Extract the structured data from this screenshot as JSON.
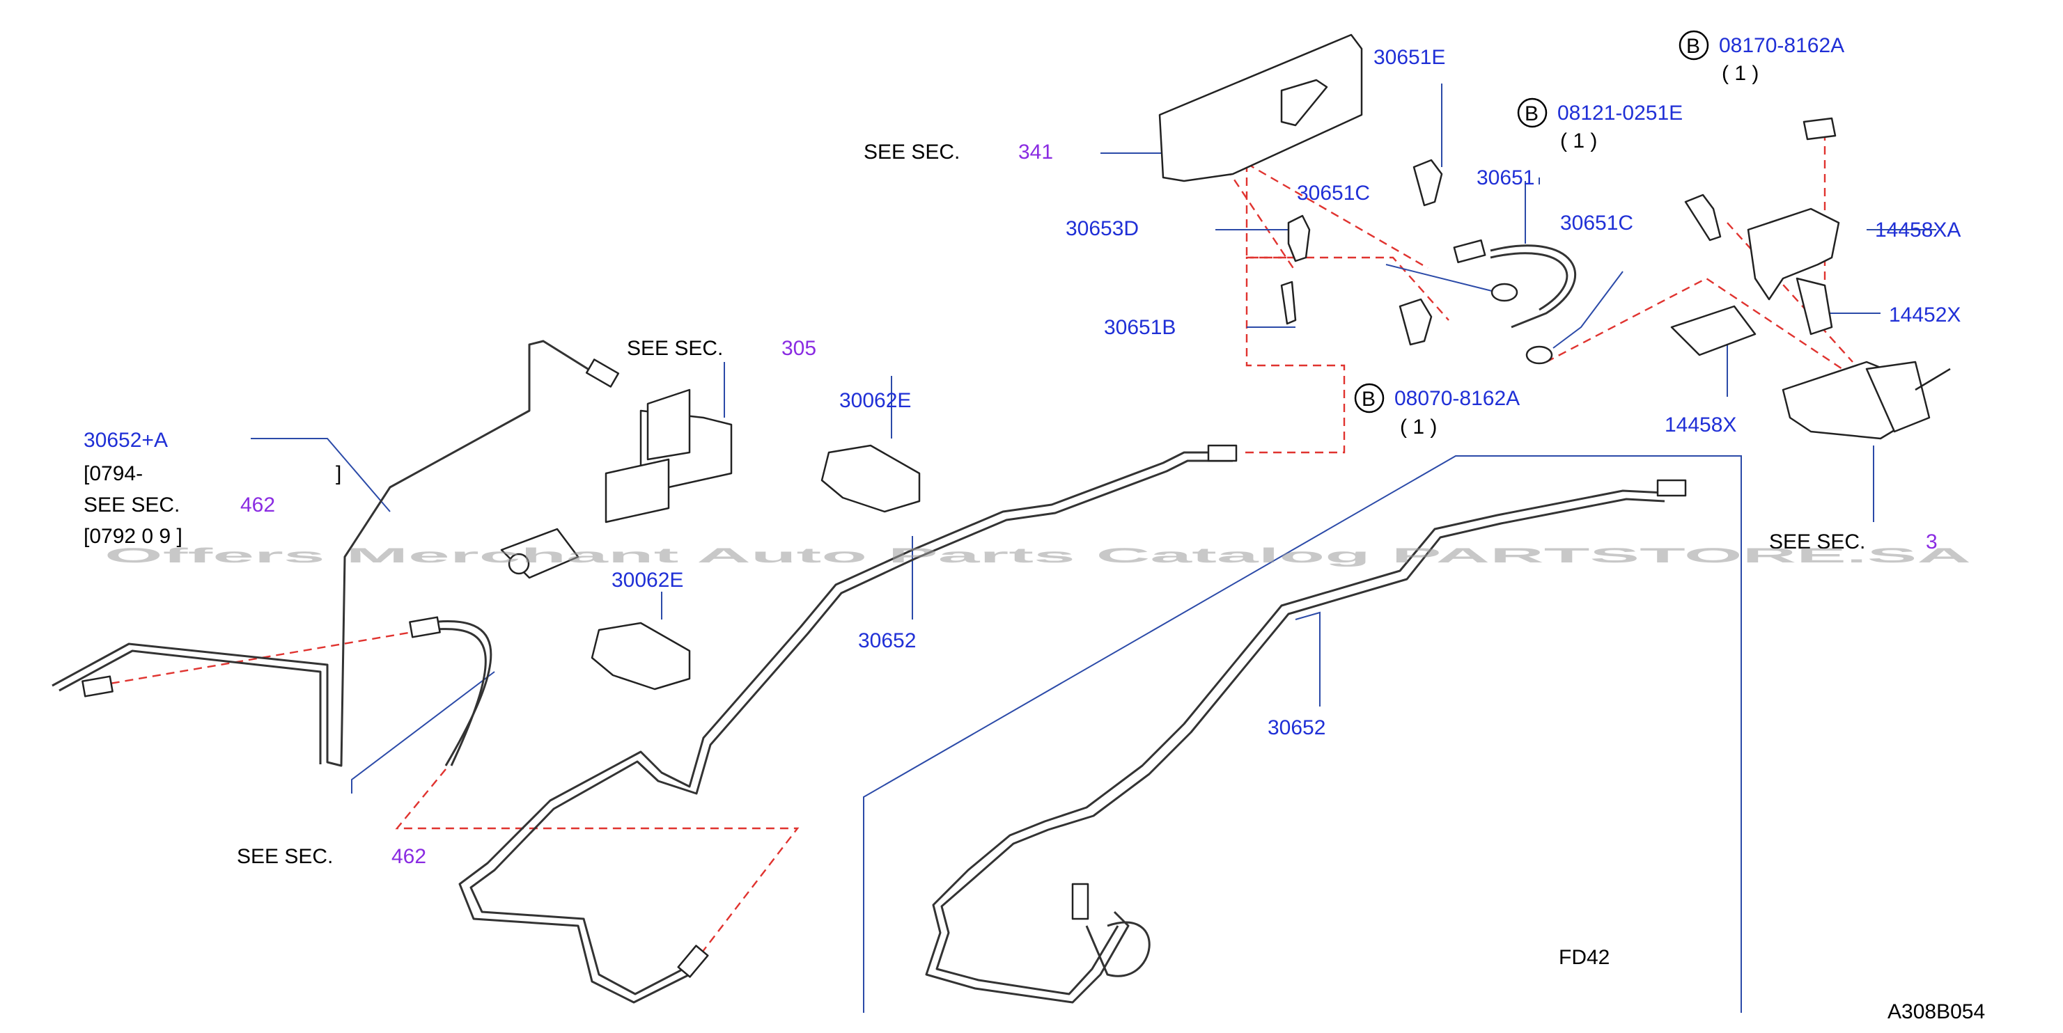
{
  "colors": {
    "part_number": "#1f2fd6",
    "section_ref": "#8a2be2",
    "leader": "#2b4aa8",
    "dashed_guide": "#e0332f",
    "line_art": "#333333"
  },
  "labels": {
    "see_sec": "SEE   SEC.",
    "sec_341": "341",
    "sec_305": "305",
    "sec_462": "462",
    "sec_462_b": "462",
    "sec_partial": "3",
    "pn_30651E": "30651E",
    "pn_30651": "30651",
    "pn_30651C_a": "30651C",
    "pn_30651C_b": "30651C",
    "pn_30653D": "30653D",
    "pn_30651B": "30651B",
    "pn_30062E_a": "30062E",
    "pn_30062E_b": "30062E",
    "pn_30652_a": "30652",
    "pn_30652_b": "30652",
    "pn_30652A": "30652+A",
    "date_a_open": "[0794-",
    "date_a_close": "]",
    "date_b": "[0792 0 9 ]",
    "see_sec_partial": "SEE  SEC.",
    "pn_08170": "08170-8162A",
    "pn_08121": "08121-0251E",
    "pn_08070": "08070-8162A",
    "qty": "( 1 )",
    "bolt_badge": "B",
    "pn_14458XA": "14458XA",
    "pn_14452X": "14452X",
    "pn_14458X": "14458X",
    "model": "FD42",
    "diagram_code": "A308B054",
    "watermark": "Offers Merchant Auto Parts Catalog PARTSTORE.SA"
  }
}
